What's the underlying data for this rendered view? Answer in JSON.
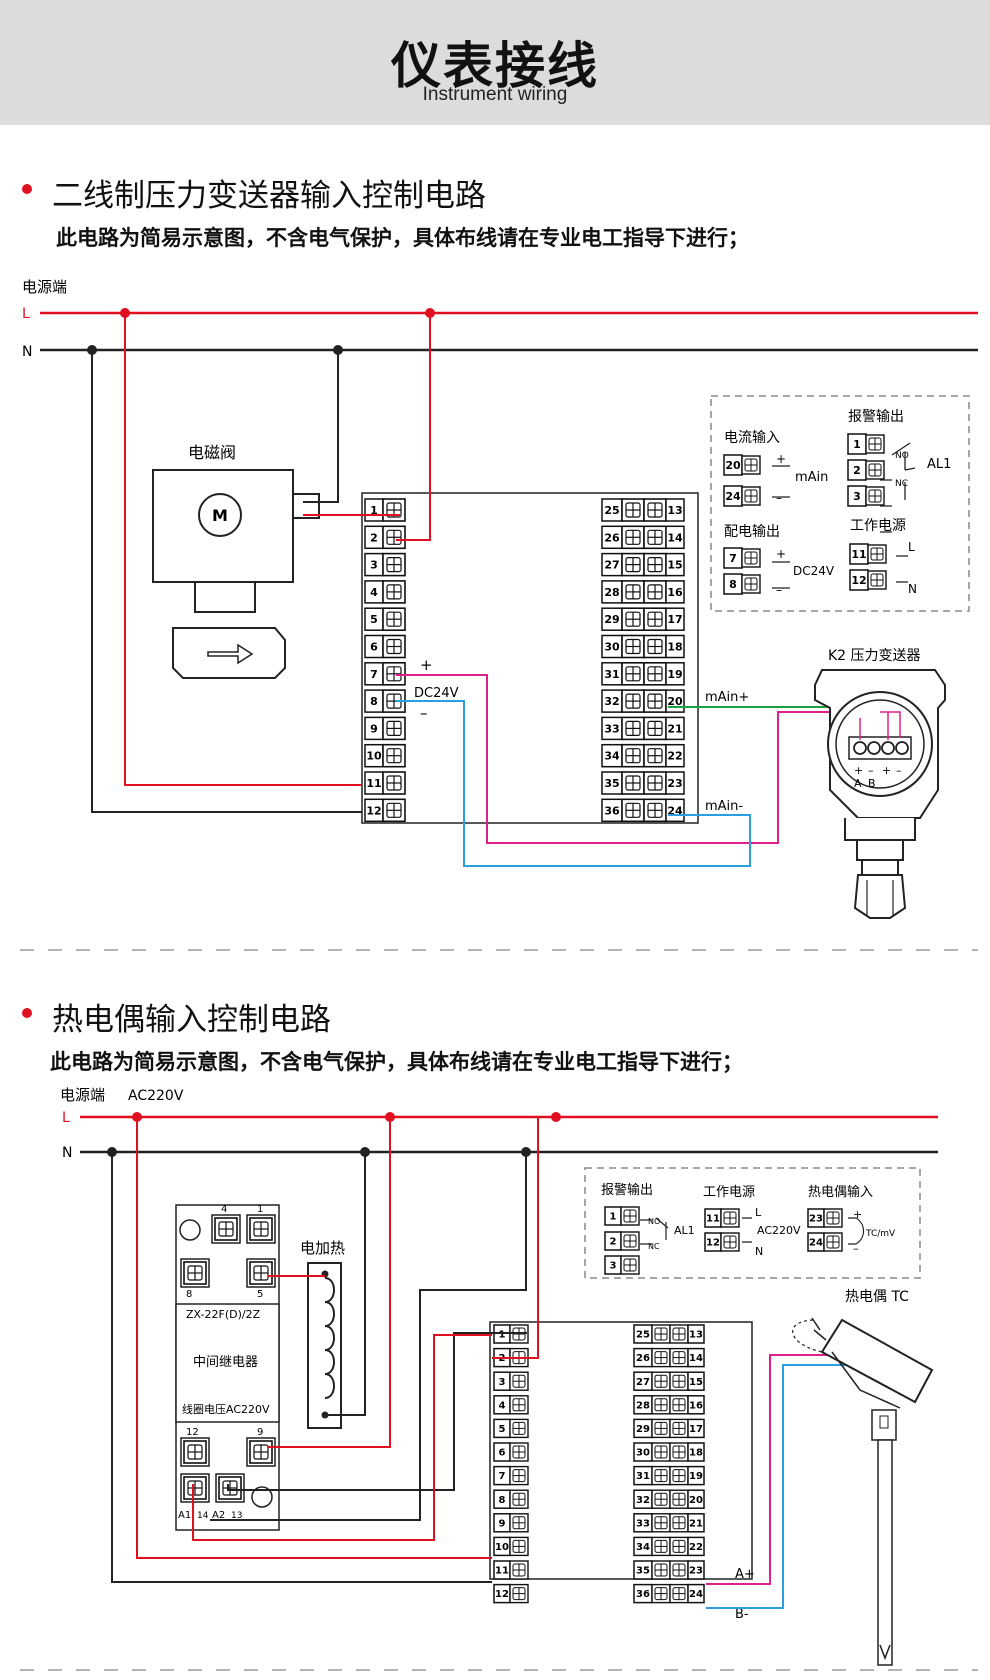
{
  "header": {
    "title": "仪表接线",
    "subtitle": "Instrument wiring"
  },
  "section1": {
    "title": "二线制压力变送器输入控制电路",
    "note": "此电路为简易示意图，不含电气保护，具体布线请在专业电工指导下进行；",
    "power_label": "电源端",
    "line_L": "L",
    "line_N": "N",
    "valve_label": "电磁阀",
    "motor_label": "M",
    "plus": "+",
    "minus": "–",
    "dc24v": "DC24V",
    "mAin_plus": "mAin+",
    "mAin_minus": "mAin-",
    "transmitter_label": "K2 压力变送器",
    "transmitter_terms": [
      "A",
      "B"
    ],
    "transmitter_signs": [
      "+",
      "–",
      "+",
      "–"
    ],
    "legend": {
      "current_input": "电流输入",
      "current_terms": [
        "20",
        "24"
      ],
      "mAin": "mAin",
      "alarm_output": "报警输出",
      "alarm_terms": [
        "1",
        "2",
        "3"
      ],
      "no": "NO",
      "nc": "NC",
      "al1": "AL1",
      "supply_output": "配电输出",
      "supply_terms": [
        "7",
        "8"
      ],
      "dc24v": "DC24V",
      "work_power": "工作电源",
      "power_terms": [
        "11",
        "12"
      ],
      "L": "L",
      "N": "N"
    }
  },
  "section2": {
    "title": "热电偶输入控制电路",
    "note": "此电路为简易示意图，不含电气保护，具体布线请在专业电工指导下进行；",
    "power_label": "电源端",
    "ac220v": "AC220V",
    "line_L": "L",
    "line_N": "N",
    "heater_label": "电加热",
    "relay": {
      "model": "ZX-22F(D)/2Z",
      "name": "中间继电器",
      "coil": "线圈电压AC220V",
      "top_terms": [
        "4",
        "1"
      ],
      "mid_terms": [
        "8",
        "5"
      ],
      "low_terms": [
        "12",
        "9"
      ],
      "bottom_terms": [
        "A1",
        "14",
        "A2",
        "13"
      ]
    },
    "A_plus": "A+",
    "B_minus": "B-",
    "tc_label": "热电偶 TC",
    "legend": {
      "alarm_output": "报警输出",
      "alarm_terms": [
        "1",
        "2",
        "3"
      ],
      "no": "NO",
      "nc": "NC",
      "al1": "AL1",
      "work_power": "工作电源",
      "power_terms": [
        "11",
        "12"
      ],
      "L": "L",
      "N": "N",
      "ac220v": "AC220V",
      "tc_input": "热电偶输入",
      "tc_terms": [
        "23",
        "24"
      ],
      "tc_mv": "TC/mV"
    }
  },
  "terminals_left": [
    "1",
    "2",
    "3",
    "4",
    "5",
    "6",
    "7",
    "8",
    "9",
    "10",
    "11",
    "12"
  ],
  "terminals_mid": [
    "25",
    "26",
    "27",
    "28",
    "29",
    "30",
    "31",
    "32",
    "33",
    "34",
    "35",
    "36"
  ],
  "terminals_right": [
    "13",
    "14",
    "15",
    "16",
    "17",
    "18",
    "19",
    "20",
    "21",
    "22",
    "23",
    "24"
  ],
  "colors": {
    "live": "#e01020",
    "neutral": "#222222",
    "magenta": "#e0208c",
    "cyan": "#2a9fe0",
    "green": "#1aa040"
  }
}
